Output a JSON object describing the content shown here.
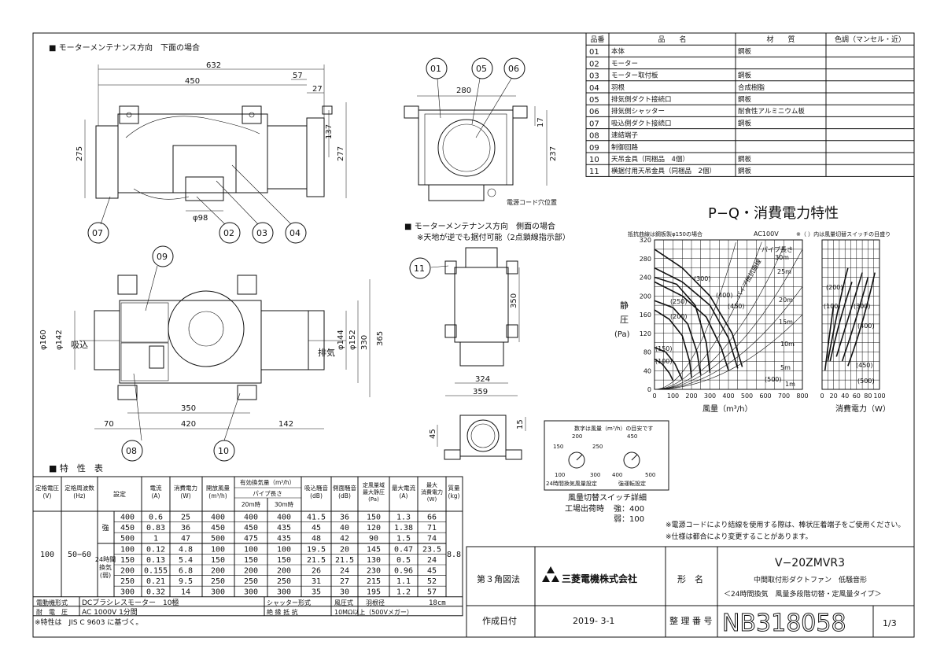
{
  "views": {
    "bottom_title": "■ モーターメンテナンス方向　下面の場合",
    "side_title": "■ モーターメンテナンス方向　側面の場合",
    "side_note": "※天地が逆でも据付可能（2点鎖線指示部）",
    "dims_top": [
      "632",
      "450",
      "57",
      "27",
      "137",
      "277",
      "275",
      "φ98"
    ],
    "dims_right": [
      "280",
      "17",
      "237"
    ],
    "dims_plan": [
      "φ160",
      "φ142",
      "φ144",
      "φ152",
      "330",
      "365",
      "350",
      "70",
      "420",
      "142"
    ],
    "dims_side": [
      "350",
      "324",
      "359",
      "45",
      "15"
    ],
    "inlet": "吸込",
    "outlet": "排気",
    "cord_label": "電源コード穴位置",
    "callouts": [
      "01",
      "05",
      "06",
      "07",
      "02",
      "03",
      "04",
      "09",
      "11",
      "08",
      "10"
    ]
  },
  "parts": {
    "headers": [
      "品番",
      "品　　名",
      "材　　質",
      "色調（マンセル・近）"
    ],
    "rows": [
      {
        "no": "01",
        "name": "本体",
        "material": "鋼板"
      },
      {
        "no": "02",
        "name": "モーター",
        "material": ""
      },
      {
        "no": "03",
        "name": "モーター取付板",
        "material": "鋼板"
      },
      {
        "no": "04",
        "name": "羽根",
        "material": "合成樹脂"
      },
      {
        "no": "05",
        "name": "排気側ダクト接続口",
        "material": "鋼板"
      },
      {
        "no": "06",
        "name": "排気側シャッター",
        "material": "耐食性アルミニウム板"
      },
      {
        "no": "07",
        "name": "吸込側ダクト接続口",
        "material": "鋼板"
      },
      {
        "no": "08",
        "name": "速結端子",
        "material": ""
      },
      {
        "no": "09",
        "name": "制御回路",
        "material": ""
      },
      {
        "no": "10",
        "name": "天吊金具（同梱品　4個）",
        "material": "鋼板"
      },
      {
        "no": "11",
        "name": "横据付用天吊金具（同梱品　2個）",
        "material": "鋼板"
      }
    ]
  },
  "chart": {
    "title": "P−Q・消費電力特性",
    "note1": "抵抗曲線は鋼板製φ150の場合",
    "note2": "AC100V",
    "note3": "※（ ）内は風量切替スイッチの目盛り",
    "ylabel": [
      "静",
      "圧",
      "(Pa)"
    ],
    "xlabel_left": "風量（m³/h）",
    "xlabel_right": "消費電力（W）",
    "pipe_label": "パイプ長さ",
    "pipe_curve_label": "パイプ抵抗曲線",
    "pipe_lengths": [
      "30m",
      "25m",
      "20m",
      "15m",
      "10m",
      "5m",
      "1m"
    ],
    "left_curve_labels": [
      "(300)",
      "(250)",
      "(200)",
      "(400)",
      "(450)",
      "(150)",
      "(100)",
      "(500)"
    ],
    "right_curve_labels": [
      "(200)",
      "(100)",
      "(300)",
      "(400)",
      "(450)",
      "(500)"
    ]
  },
  "chart_data": {
    "type": "line",
    "xlabel": "風量（m³/h）",
    "ylabel": "静圧 (Pa)",
    "xlim": [
      0,
      800
    ],
    "ylim": [
      0,
      320
    ],
    "x_ticks": [
      "0",
      "100",
      "200",
      "300",
      "400",
      "500",
      "600",
      "700",
      "800"
    ],
    "y_ticks": [
      "0",
      "40",
      "80",
      "120",
      "160",
      "200",
      "240",
      "280",
      "320"
    ],
    "power_xlim": [
      0,
      100
    ],
    "power_x_ticks": [
      "0",
      "20",
      "40",
      "60",
      "80",
      "100"
    ],
    "series": [
      {
        "name": "(500)",
        "x": [
          0,
          150,
          300,
          420,
          475
        ],
        "y": [
          300,
          260,
          200,
          120,
          48
        ]
      },
      {
        "name": "(450)",
        "x": [
          0,
          150,
          300,
          400,
          450
        ],
        "y": [
          260,
          230,
          180,
          110,
          45
        ]
      },
      {
        "name": "(400)",
        "x": [
          0,
          150,
          280,
          360,
          400
        ],
        "y": [
          230,
          200,
          155,
          90,
          41
        ]
      },
      {
        "name": "(300)",
        "x": [
          0,
          120,
          220,
          280,
          300
        ],
        "y": [
          240,
          225,
          180,
          100,
          35
        ]
      },
      {
        "name": "(250)",
        "x": [
          0,
          100,
          180,
          230,
          250
        ],
        "y": [
          190,
          175,
          140,
          80,
          31
        ]
      },
      {
        "name": "(200)",
        "x": [
          0,
          80,
          150,
          190,
          200
        ],
        "y": [
          170,
          150,
          115,
          60,
          26
        ]
      },
      {
        "name": "(150)",
        "x": [
          0,
          60,
          110,
          150
        ],
        "y": [
          90,
          80,
          55,
          21
        ]
      },
      {
        "name": "(100)",
        "x": [
          0,
          40,
          80,
          100
        ],
        "y": [
          65,
          55,
          35,
          19
        ]
      }
    ]
  },
  "switch": {
    "title": "数字は風量（m³/h）の目安です",
    "left_marks": [
      "200",
      "150",
      "250",
      "100",
      "300"
    ],
    "right_marks": [
      "450",
      "400",
      "500"
    ],
    "left_label": "24時間換気風量設定",
    "right_label": "強運転設定",
    "detail": "風量切替スイッチ詳細",
    "factory": "工場出荷時",
    "strong": "強：400",
    "weak": "弱：100"
  },
  "notes": [
    "※電源コードにより結線を使用する際は、棒状圧着端子をご使用ください。",
    "※仕様は都合により変更することがあります。"
  ],
  "spec": {
    "title": "■ 特　性　表",
    "h_voltage": "定格電圧\n(V)",
    "h_freq": "定格周波数\n(Hz)",
    "h_setting": "設定",
    "h_current": "電流\n(A)",
    "h_power": "消費電力\n(W)",
    "h_open": "開放風量\n(m³/h)",
    "h_eff": "有効換気量（m³/h）",
    "h_pipe": "パイプ長さ",
    "h_20": "20m時",
    "h_30": "30m時",
    "h_noise_in": "吸込騒音\n(dB)",
    "h_noise_side": "側面騒音\n(dB)",
    "h_static": "定風量域\n最大静圧\n(Pa)",
    "h_maxcur": "最大電流\n(A)",
    "h_maxpow": "最大\n消費電力\n(W)",
    "h_mass": "質量\n(kg)",
    "voltage": "100",
    "freq": "50−60",
    "mass": "8.8",
    "strong_label": "強",
    "weak_label": "24時間\n換気\n(弱)",
    "rows": [
      [
        "400",
        "0.6",
        "25",
        "400",
        "400",
        "400",
        "41.5",
        "36",
        "150",
        "1.3",
        "66"
      ],
      [
        "450",
        "0.83",
        "36",
        "450",
        "450",
        "435",
        "45",
        "40",
        "120",
        "1.38",
        "71"
      ],
      [
        "500",
        "1",
        "47",
        "500",
        "475",
        "435",
        "48",
        "42",
        "90",
        "1.5",
        "74"
      ],
      [
        "100",
        "0.12",
        "4.8",
        "100",
        "100",
        "100",
        "19.5",
        "20",
        "145",
        "0.47",
        "23.5"
      ],
      [
        "150",
        "0.13",
        "5.4",
        "150",
        "150",
        "150",
        "21.5",
        "21.5",
        "130",
        "0.5",
        "24"
      ],
      [
        "200",
        "0.155",
        "6.8",
        "200",
        "200",
        "200",
        "26",
        "24",
        "230",
        "0.96",
        "45"
      ],
      [
        "250",
        "0.21",
        "9.5",
        "250",
        "250",
        "250",
        "31",
        "27",
        "215",
        "1.1",
        "52"
      ],
      [
        "300",
        "0.32",
        "14",
        "300",
        "300",
        "300",
        "35",
        "30",
        "195",
        "1.2",
        "57"
      ]
    ],
    "motor_label": "電動機形式",
    "motor_value": "DCブラシレスモーター　10極",
    "shutter_label": "シャッター形式",
    "shutter_value": "風圧式",
    "blade_label": "羽根径",
    "blade_value": "18cm",
    "withstand_label": "耐　電　圧",
    "withstand_value": "AC 1000V 1分間",
    "insulation_label": "絶 縁 抵 抗",
    "insulation_value": "10MΩ以上（500Vメガー）",
    "footnote": "※特性は　JIS C 9603 に基づく。"
  },
  "titleblock": {
    "projection": "第３角図法",
    "company": "三菱電機株式会社",
    "model_label": "形　名",
    "model": "V−20ZMVR3",
    "desc1": "中間取付形ダクトファン　低騒音形",
    "desc2": "＜24時間換気　風量多段階切替・定風量タイプ＞",
    "date_label": "作成日付",
    "date": "2019- 3-1",
    "ref_label": "整 理 番 号",
    "ref": "NB318058",
    "page": "1/3"
  }
}
